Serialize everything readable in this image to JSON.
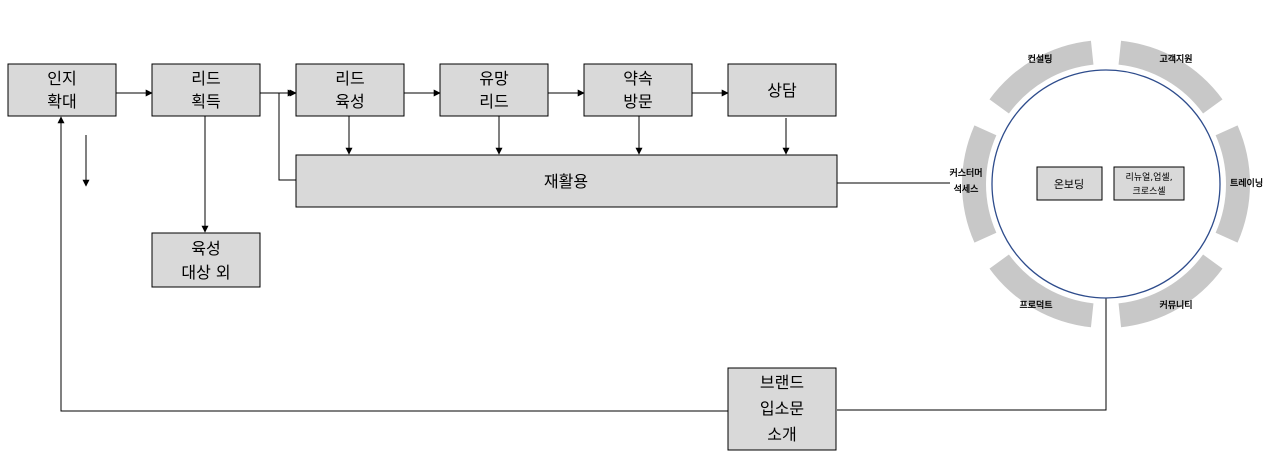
{
  "colors": {
    "box_fill": "#d9d9d9",
    "segment_fill": "#c8c8c8",
    "circle_stroke": "#2e4c8c",
    "line": "#000000"
  },
  "boxes": {
    "awareness": {
      "line1": "인지",
      "line2": "확대"
    },
    "lead_acquisition": {
      "line1": "리드",
      "line2": "획득"
    },
    "lead_nurture": {
      "line1": "리드",
      "line2": "육성"
    },
    "promising_lead": {
      "line1": "유망",
      "line2": "리드"
    },
    "appointment_visit": {
      "line1": "약속",
      "line2": "방문"
    },
    "consultation": {
      "line1": "상담"
    },
    "nurture_excluded": {
      "line1": "육성",
      "line2": "대상 외"
    },
    "recycle": {
      "line1": "재활용"
    },
    "brand_referral": {
      "line1": "브랜드",
      "line2": "입소문",
      "line3": "소개"
    }
  },
  "cycle": {
    "segments": {
      "consulting": "컨설팅",
      "customer_support": "고객지원",
      "training": "트레이닝",
      "community": "커뮤니티",
      "product": "프로덕트",
      "customer_success": {
        "line1": "커스터머",
        "line2": "석세스"
      }
    },
    "inner": {
      "onboarding": "온보딩",
      "renewal": {
        "line1": "리뉴얼,업셀,",
        "line2": "크로스셀"
      }
    }
  }
}
